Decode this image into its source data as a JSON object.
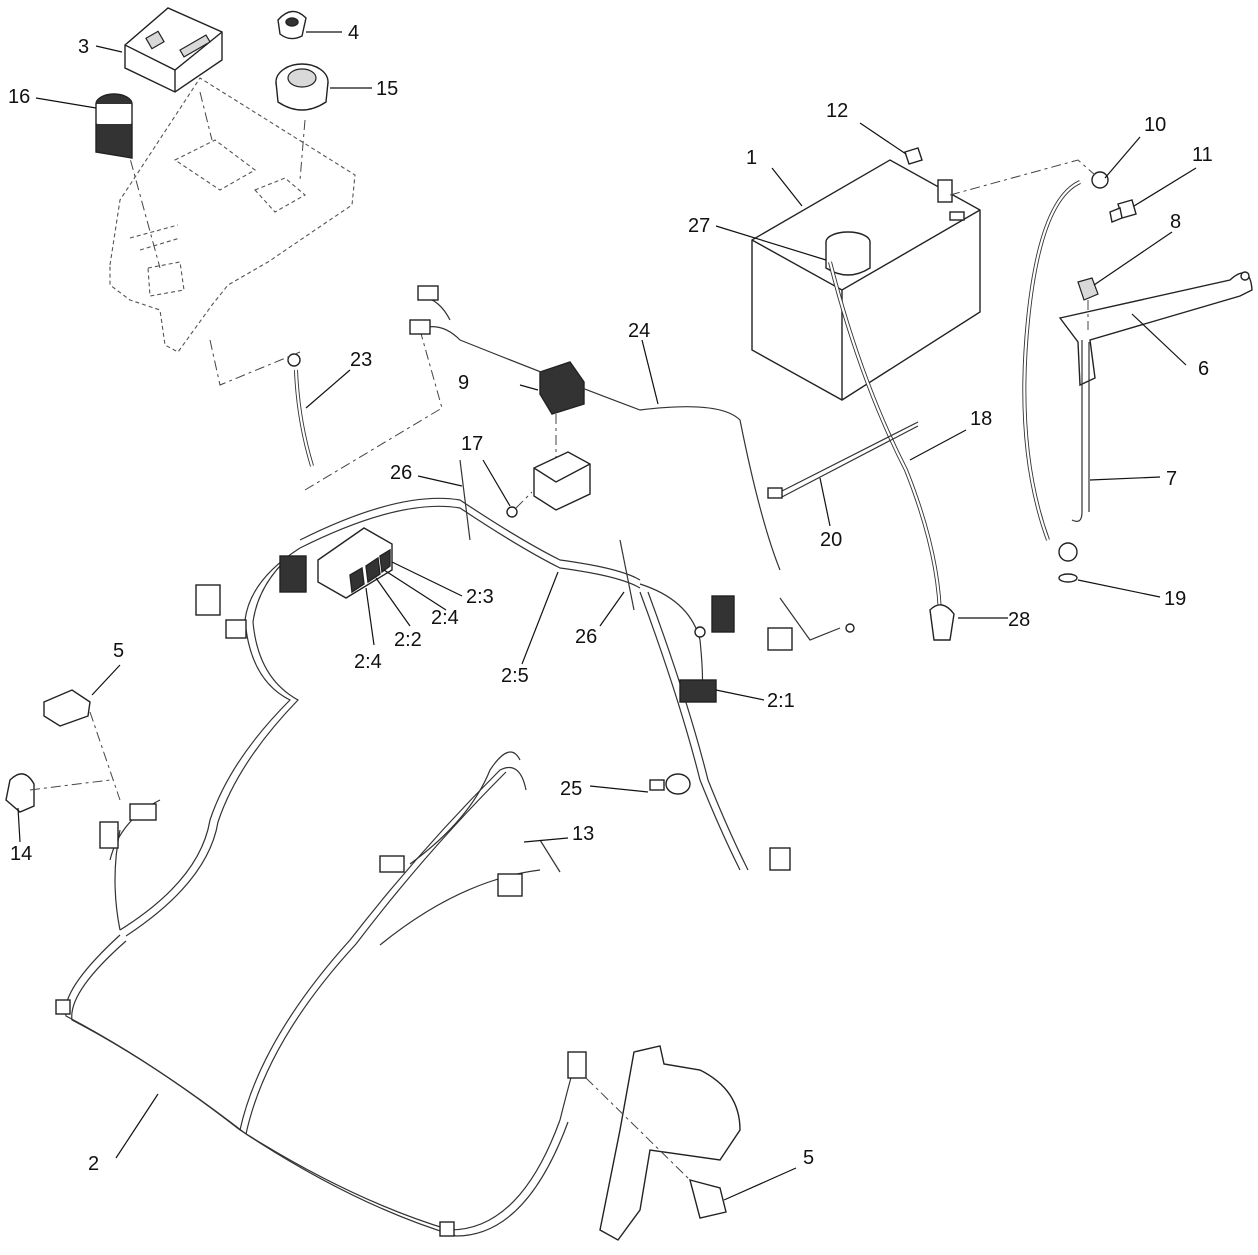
{
  "callouts": [
    {
      "id": "c1",
      "label": "1"
    },
    {
      "id": "c2",
      "label": "2"
    },
    {
      "id": "c2_1",
      "label": "2:1"
    },
    {
      "id": "c2_2",
      "label": "2:2"
    },
    {
      "id": "c2_3",
      "label": "2:3"
    },
    {
      "id": "c2_4a",
      "label": "2:4"
    },
    {
      "id": "c2_4b",
      "label": "2:4"
    },
    {
      "id": "c2_5",
      "label": "2:5"
    },
    {
      "id": "c3",
      "label": "3"
    },
    {
      "id": "c4",
      "label": "4"
    },
    {
      "id": "c5a",
      "label": "5"
    },
    {
      "id": "c5b",
      "label": "5"
    },
    {
      "id": "c6",
      "label": "6"
    },
    {
      "id": "c7",
      "label": "7"
    },
    {
      "id": "c8",
      "label": "8"
    },
    {
      "id": "c9",
      "label": "9"
    },
    {
      "id": "c10",
      "label": "10"
    },
    {
      "id": "c11",
      "label": "11"
    },
    {
      "id": "c12",
      "label": "12"
    },
    {
      "id": "c13",
      "label": "13"
    },
    {
      "id": "c14",
      "label": "14"
    },
    {
      "id": "c15",
      "label": "15"
    },
    {
      "id": "c16",
      "label": "16"
    },
    {
      "id": "c17",
      "label": "17"
    },
    {
      "id": "c18",
      "label": "18"
    },
    {
      "id": "c19",
      "label": "19"
    },
    {
      "id": "c20",
      "label": "20"
    },
    {
      "id": "c23",
      "label": "23"
    },
    {
      "id": "c24",
      "label": "24"
    },
    {
      "id": "c25",
      "label": "25"
    },
    {
      "id": "c26a",
      "label": "26"
    },
    {
      "id": "c26b",
      "label": "26"
    },
    {
      "id": "c27",
      "label": "27"
    },
    {
      "id": "c28",
      "label": "28"
    }
  ],
  "colors": {
    "line": "#222222",
    "background": "#ffffff",
    "shade": "#333333"
  }
}
